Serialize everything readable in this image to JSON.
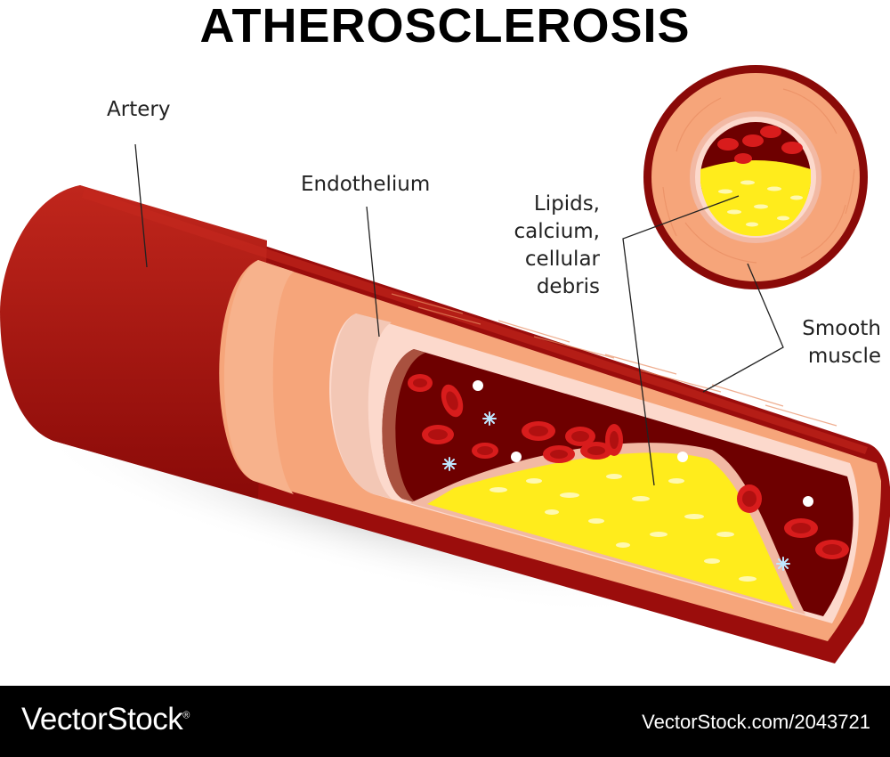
{
  "title": "ATHEROSCLEROSIS",
  "labels": {
    "artery": "Artery",
    "endothelium": "Endothelium",
    "lipids": [
      "Lipids,",
      "calcium,",
      "cellular",
      "debris"
    ],
    "smooth_muscle": [
      "Smooth",
      "muscle"
    ]
  },
  "footer": {
    "brand": "VectorStock",
    "brand_suffix": "®",
    "url": "VectorStock.com/2043721"
  },
  "colors": {
    "outer_wall": "#9b0d0c",
    "muscle": "#f6a57a",
    "endothelium": "#fcd9cc",
    "blood": "#6e0000",
    "plaque": "#ffec1c",
    "red_cell": "#d81c1c",
    "footer_bg": "#000000"
  },
  "icons": [
    "red-blood-cell-icon",
    "white-blood-cell-icon",
    "platelet-icon"
  ]
}
